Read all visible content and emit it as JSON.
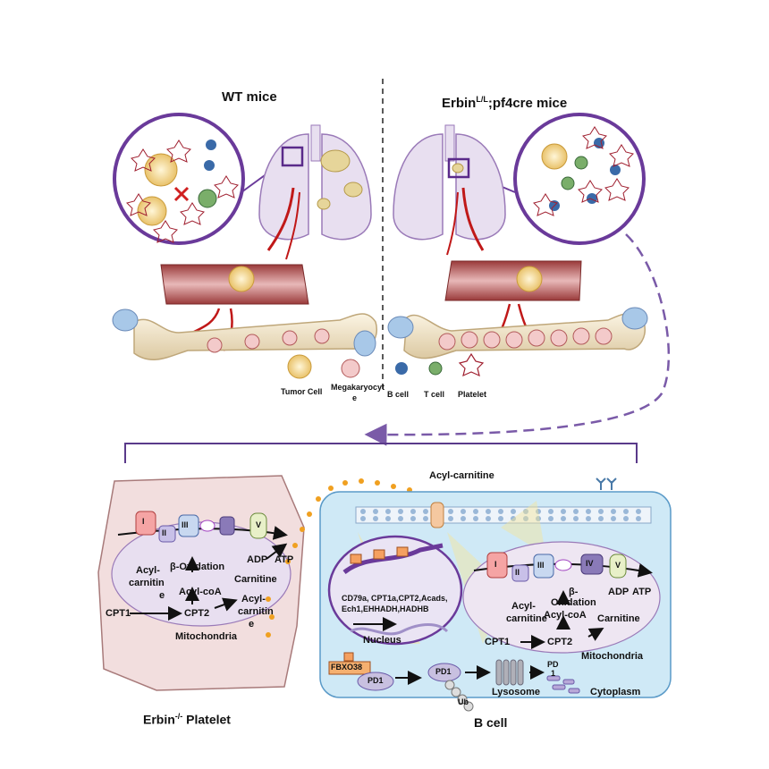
{
  "top": {
    "wt_title": "WT mice",
    "ko_title_base": "Erbin",
    "ko_title_sup": "L/L",
    "ko_title_rest": ";pf4cre mice",
    "legend": {
      "tumor_cell": "Tumor Cell",
      "megakaryocyte_1": "Megakaryocyt",
      "megakaryocyte_2": "e",
      "b_cell": "B cell",
      "t_cell": "T cell",
      "platelet": "Platelet"
    }
  },
  "platelet_panel": {
    "complexes": [
      "I",
      "II",
      "III",
      "V"
    ],
    "acyl_carnitine": [
      "Acyl-",
      "carnitin",
      "e"
    ],
    "beta_oxidation": "β-Oxidation",
    "acyl_coa": "Acyl-coA",
    "carnitine": "Carnitine",
    "acyl_carnitine_2": [
      "Acyl-",
      "carnitin",
      "e"
    ],
    "adp": "ADP",
    "atp": "ATP",
    "cpt1": "CPT1",
    "cpt2": "CPT2",
    "mitochondria": "Mitochondria",
    "title_base": "Erbin",
    "title_sup": "-/-",
    "title_rest": " Platelet"
  },
  "b_cell_panel": {
    "acyl_carnitine_top": "Acyl-carnitine",
    "genes_1": "CD79a, CPT1a,CPT2,Acads,",
    "genes_2": "Ech1,EHHADH,HADHB",
    "nucleus": "Nucleus",
    "complexes": [
      "I",
      "II",
      "III",
      "IV",
      "V"
    ],
    "acyl_carnitine": [
      "Acyl-",
      "carnitine"
    ],
    "beta_oxidation": [
      "β-",
      "Oxidation"
    ],
    "acyl_coa": "Acyl-coA",
    "carnitine": "Carnitine",
    "adp": "ADP",
    "atp": "ATP",
    "cpt1": "CPT1",
    "cpt2": "CPT2",
    "mitochondria": "Mitochondria",
    "fbxo38": "FBXO38",
    "pd1_a": "PD1",
    "pd1_b": "PD1",
    "pd_small": [
      "PD",
      "1"
    ],
    "lysosome": "Lysosome",
    "cytoplasm": "Cytoplasm",
    "ub": "Ub",
    "title": "B cell"
  },
  "colors": {
    "purple": "#6a3a9a",
    "dashed_arrow": "#7a5aa8",
    "vessel": "#b25a5a",
    "bone": "#efe2c4",
    "platelet_bg": "#f2dede",
    "bcell_bg": "#cfe9f6",
    "mito_fill": "#e8dff0",
    "tumor": "#f5d98a"
  }
}
